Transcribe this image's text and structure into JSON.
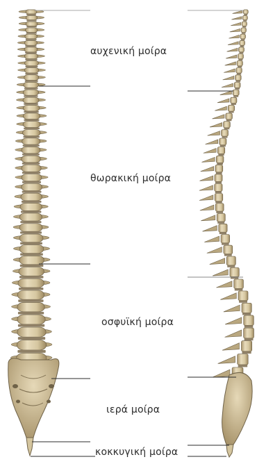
{
  "regions": [
    {
      "id": "cervical",
      "label": "αυχενική μοίρα"
    },
    {
      "id": "thoracic",
      "label": "θωρακική μοίρα"
    },
    {
      "id": "lumbar",
      "label": "οσφυϊκή μοίρα"
    },
    {
      "id": "sacral",
      "label": "ιερά μοίρα"
    },
    {
      "id": "coccygeal",
      "label": "κοκκυγική μοίρα"
    }
  ],
  "colors": {
    "bone": "#ddd0ae",
    "bone_shade": "#b9a77f",
    "bone_dark": "#6f6248",
    "disc": "#8f8066",
    "line": "#2b2b2b",
    "line_light": "#aaaaaa",
    "text": "#2b2b2b"
  }
}
